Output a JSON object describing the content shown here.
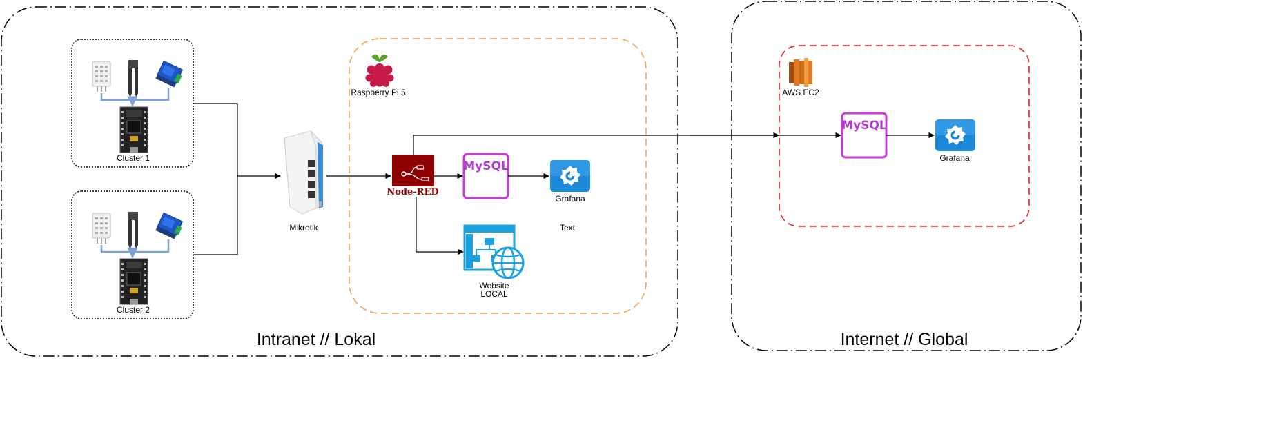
{
  "zones": {
    "intranet": {
      "label": "Intranet // Lokal"
    },
    "internet": {
      "label": "Internet // Global"
    }
  },
  "clusters": [
    {
      "label": "Cluster 1"
    },
    {
      "label": "Cluster 2"
    }
  ],
  "router": {
    "label": "Mikrotik"
  },
  "raspberry": {
    "label": "Raspberry Pi 5"
  },
  "node_red": {
    "label": "Node-RED"
  },
  "mysql_local": {
    "label": "MySQL"
  },
  "grafana_local": {
    "label": "Grafana"
  },
  "text_placeholder": {
    "label": "Text"
  },
  "website": {
    "line1": "Website",
    "line2": "LOCAL"
  },
  "aws": {
    "label": "AWS EC2"
  },
  "mysql_cloud": {
    "label": "MySQL"
  },
  "grafana_cloud": {
    "label": "Grafana"
  },
  "colors": {
    "raspberry_zone": "#f5a04a",
    "aws_zone": "#e8202a",
    "node_red": "#8f0000",
    "mysql": "#c43dd4",
    "grafana": "#1e88d8",
    "aws": "#e07b22",
    "website": "#1ba1e2",
    "sensor_wire": "#7aa2d6"
  },
  "icons": [
    "raspberry-pi-icon",
    "router-icon",
    "node-red-icon",
    "mysql-icon",
    "grafana-icon",
    "website-icon",
    "aws-ec2-icon",
    "dht-sensor-icon",
    "soil-sensor-icon",
    "relay-icon",
    "esp-board-icon"
  ]
}
